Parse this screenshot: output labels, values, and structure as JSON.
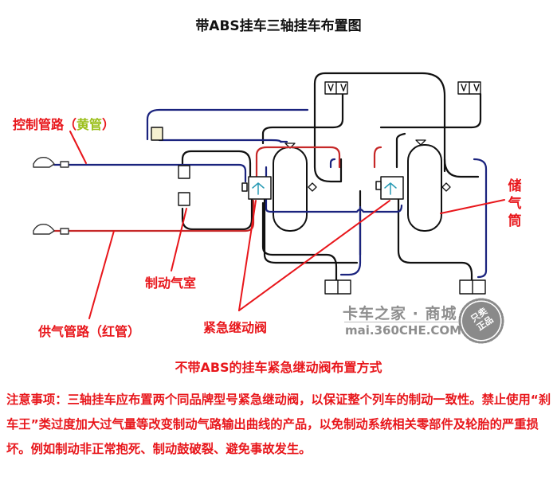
{
  "title": "带ABS挂车三轴挂车布置图",
  "labels": {
    "control_line_prefix": "控制管路（",
    "control_line_color": "黄管",
    "control_line_suffix": "）",
    "supply_line": "供气管路（红管）",
    "brake_chamber": "制动气室",
    "emergency_relay_valve": "紧急继动阀",
    "air_reservoir": "储气筒"
  },
  "watermark": {
    "name": "卡车之家 · 商城",
    "url": "mai.360CHE.COM",
    "badge": "只卖正品"
  },
  "subtitle": "不带ABS的挂车紧急继动阀布置方式",
  "notes": "注意事项：三轴挂车应布置两个同品牌型号紧急继动阀，以保证整个列车的制动一致性。禁止使用“刹车王”类过度加大过气量等改变制动气路输出曲线的产品，以免制动系统相关零部件及轮胎的严重损坏。例如制动非正常抱死、制动鼓破裂、避免事故发生。",
  "colors": {
    "control_line": "#1a237e",
    "supply_line": "#c62828",
    "pipe": "#111111",
    "annotation": "#e8161b",
    "valve_symbol": "#2a9bb5"
  }
}
